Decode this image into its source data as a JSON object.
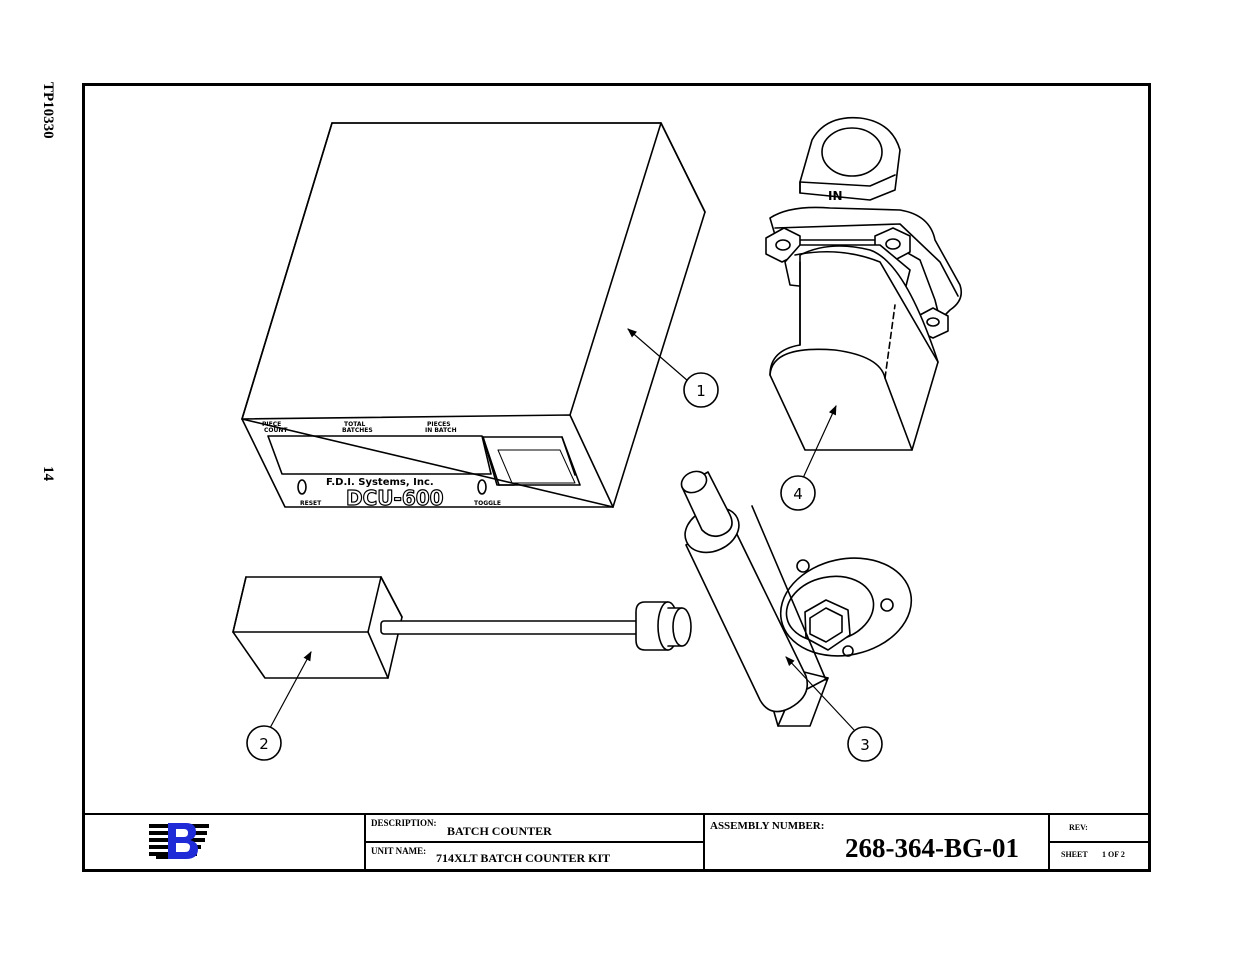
{
  "side": {
    "code": "TP10330",
    "page": "14"
  },
  "parts": {
    "counter_unit": {
      "piece_count": [
        "PIECE",
        "COUNT"
      ],
      "total_batches": [
        "TOTAL",
        "BATCHES"
      ],
      "pieces_in_batch": [
        "PIECES",
        "IN BATCH"
      ],
      "manufacturer": "F.D.I. Systems, Inc.",
      "model": "DCU-600",
      "reset": "RESET",
      "toggle": "TOGGLE"
    },
    "meter_inlet_mark": "IN"
  },
  "callouts": [
    "1",
    "2",
    "3",
    "4"
  ],
  "title_block": {
    "description_label": "DESCRIPTION:",
    "description_value": "BATCH COUNTER",
    "unit_name_label": "UNIT NAME:",
    "unit_name_value": "714XLT BATCH COUNTER KIT",
    "assembly_label": "ASSEMBLY NUMBER:",
    "assembly_number": "268-364-BG-01",
    "rev_label": "REV:",
    "sheet_label": "SHEET",
    "sheet_value": "1 OF  2"
  },
  "colors": {
    "logo_blue": "#1f2bd6",
    "line": "#000000"
  }
}
